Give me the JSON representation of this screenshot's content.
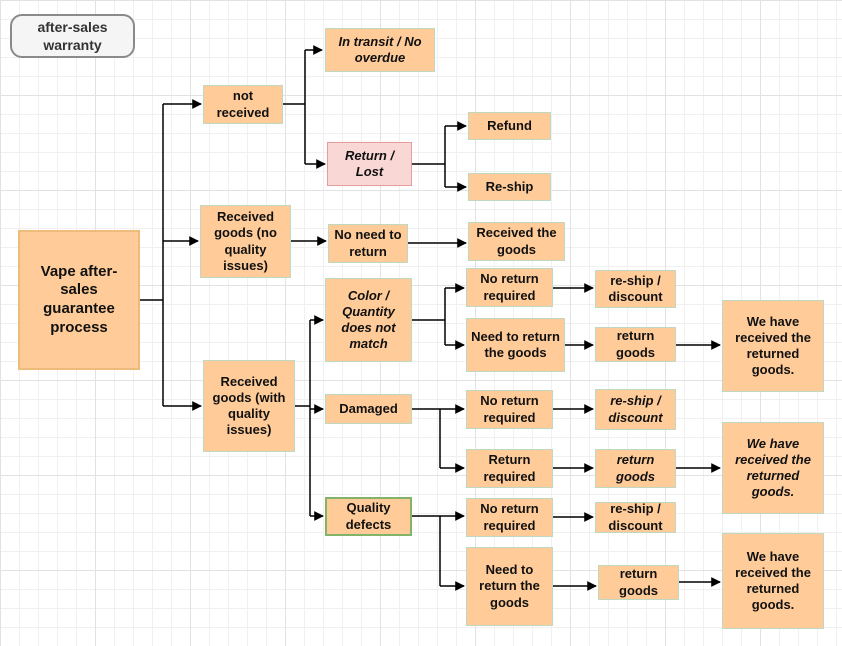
{
  "colors": {
    "node_fill": "#ffcc99",
    "node_border": "#bfd8bf",
    "green_border": "#82b366",
    "pink_fill": "#f8d7d5",
    "pink_border": "#e79c9c",
    "root_border": "#eebc7a",
    "badge_fill": "#f5f5f5",
    "badge_border": "#8a8a8a",
    "arrow_color": "#000000",
    "text_color": "#111111"
  },
  "badge": {
    "label": "after-sales warranty"
  },
  "nodes": {
    "root": {
      "label": "Vape after-sales guarantee process"
    },
    "not_received": {
      "label": "not received"
    },
    "in_transit": {
      "label": "In transit / No overdue"
    },
    "return_lost": {
      "label": "Return / Lost"
    },
    "refund": {
      "label": "Refund"
    },
    "reship_top": {
      "label": "Re-ship"
    },
    "received_no_issues": {
      "label": "Received goods (no quality issues)"
    },
    "no_need_return": {
      "label": "No need to return"
    },
    "received_goods": {
      "label": "Received the goods"
    },
    "received_with_issues": {
      "label": "Received goods (with quality issues)"
    },
    "color_quantity": {
      "label": "Color / Quantity does not match"
    },
    "cq_no_return": {
      "label": "No return required"
    },
    "cq_reship": {
      "label": "re-ship / discount"
    },
    "cq_need_return": {
      "label": "Need to return the goods"
    },
    "cq_return_goods": {
      "label": "return goods"
    },
    "cq_received": {
      "label": "We have received the returned goods."
    },
    "damaged": {
      "label": "Damaged"
    },
    "dmg_no_return": {
      "label": "No return required"
    },
    "dmg_reship": {
      "label": "re-ship / discount"
    },
    "dmg_return_required": {
      "label": "Return required"
    },
    "dmg_return_goods": {
      "label": "return goods"
    },
    "dmg_received": {
      "label": "We have received the returned goods."
    },
    "quality_defects": {
      "label": "Quality defects"
    },
    "qd_no_return": {
      "label": "No return required"
    },
    "qd_reship": {
      "label": "re-ship / discount"
    },
    "qd_need_return": {
      "label": "Need to return the goods"
    },
    "qd_return_goods": {
      "label": "return goods"
    },
    "qd_received": {
      "label": "We have received the returned goods."
    }
  },
  "edges": [
    {
      "from": "root",
      "to": "not_received"
    },
    {
      "from": "root",
      "to": "received_no_issues"
    },
    {
      "from": "root",
      "to": "received_with_issues"
    },
    {
      "from": "not_received",
      "to": "in_transit"
    },
    {
      "from": "not_received",
      "to": "return_lost"
    },
    {
      "from": "return_lost",
      "to": "refund"
    },
    {
      "from": "return_lost",
      "to": "reship_top"
    },
    {
      "from": "received_no_issues",
      "to": "no_need_return"
    },
    {
      "from": "no_need_return",
      "to": "received_goods"
    },
    {
      "from": "received_with_issues",
      "to": "color_quantity"
    },
    {
      "from": "received_with_issues",
      "to": "damaged"
    },
    {
      "from": "received_with_issues",
      "to": "quality_defects"
    },
    {
      "from": "color_quantity",
      "to": "cq_no_return"
    },
    {
      "from": "color_quantity",
      "to": "cq_need_return"
    },
    {
      "from": "cq_no_return",
      "to": "cq_reship"
    },
    {
      "from": "cq_need_return",
      "to": "cq_return_goods"
    },
    {
      "from": "cq_return_goods",
      "to": "cq_received"
    },
    {
      "from": "damaged",
      "to": "dmg_no_return"
    },
    {
      "from": "damaged",
      "to": "dmg_return_required"
    },
    {
      "from": "dmg_no_return",
      "to": "dmg_reship"
    },
    {
      "from": "dmg_return_required",
      "to": "dmg_return_goods"
    },
    {
      "from": "dmg_return_goods",
      "to": "dmg_received"
    },
    {
      "from": "quality_defects",
      "to": "qd_no_return"
    },
    {
      "from": "quality_defects",
      "to": "qd_need_return"
    },
    {
      "from": "qd_no_return",
      "to": "qd_reship"
    },
    {
      "from": "qd_need_return",
      "to": "qd_return_goods"
    },
    {
      "from": "qd_return_goods",
      "to": "qd_received"
    }
  ]
}
